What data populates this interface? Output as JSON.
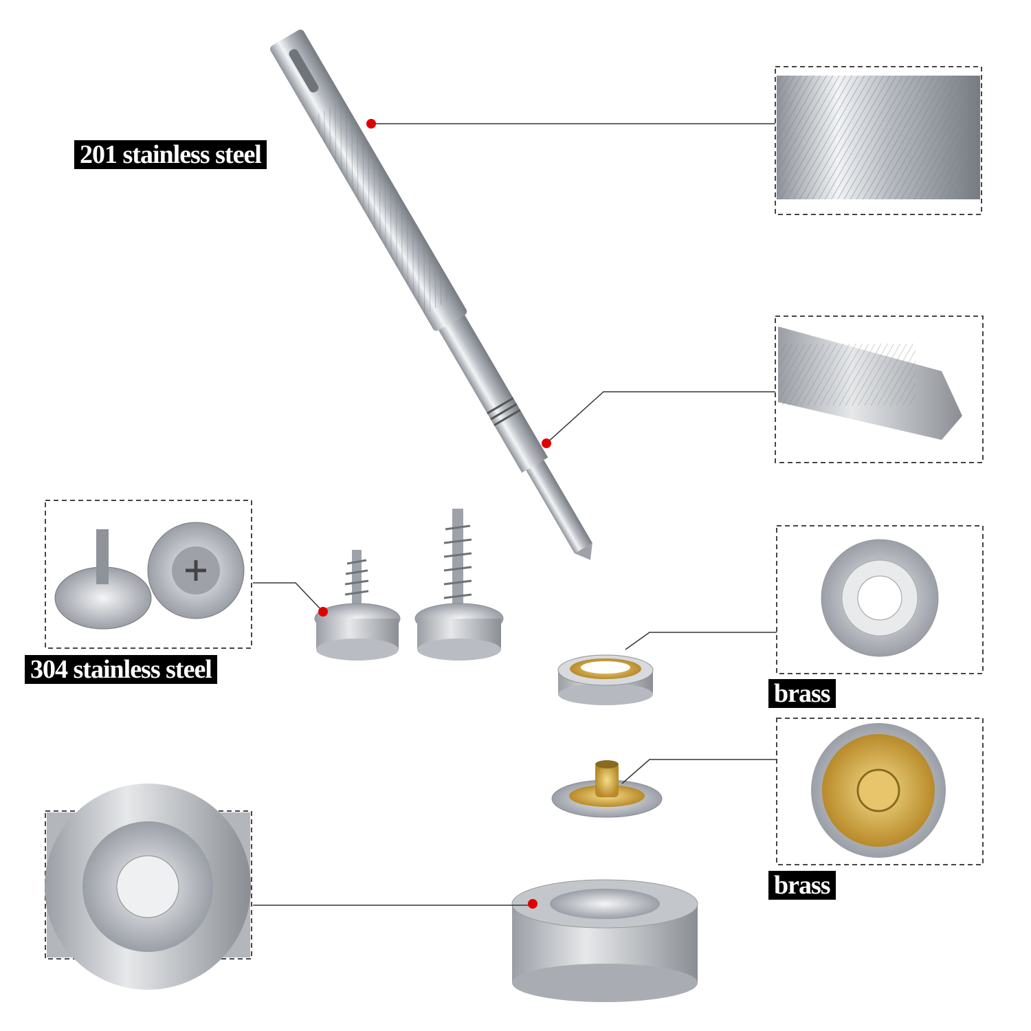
{
  "labels": {
    "tool_material": "201 stainless steel",
    "screw_material": "304 stainless steel",
    "socket_material": "brass",
    "stud_material": "brass"
  },
  "colors": {
    "label_bg": "#000000",
    "label_text": "#ffffff",
    "marker_dot": "#e00000",
    "brass": "#c9a23a",
    "steel": "#c8cbd0"
  }
}
